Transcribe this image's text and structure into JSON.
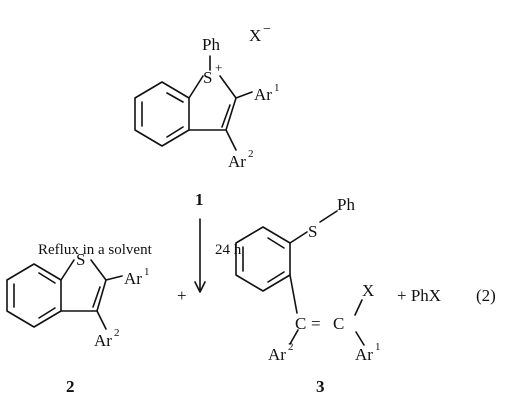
{
  "compound1": {
    "ph": "Ph",
    "s": "S",
    "charge": "+",
    "counterion": "X",
    "counterion_charge": "−",
    "ar1": "Ar",
    "ar1_sup": "1",
    "ar2": "Ar",
    "ar2_sup": "2",
    "number": "1"
  },
  "arrow": {
    "condition_left": "Reflux in a solvent",
    "condition_right": "24 h"
  },
  "compound2": {
    "s": "S",
    "ar1": "Ar",
    "ar1_sup": "1",
    "ar2": "Ar",
    "ar2_sup": "2",
    "number": "2"
  },
  "plus1": "+",
  "compound3": {
    "s": "S",
    "ph": "Ph",
    "x": "X",
    "c1": "C",
    "c2": "C",
    "eq": "=",
    "ar2": "Ar",
    "ar2_sup": "2",
    "ar1": "Ar",
    "ar1_sup": "1",
    "number": "3"
  },
  "plus2_text": "+ PhX",
  "equation_number": "(2)"
}
